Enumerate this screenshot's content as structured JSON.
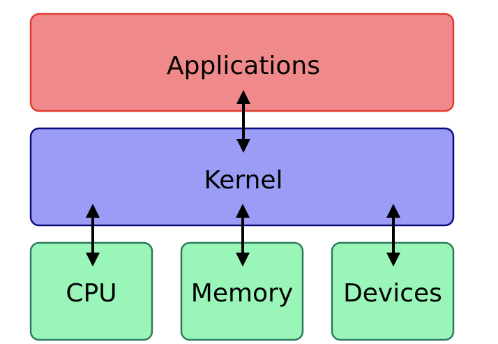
{
  "diagram": {
    "layers": {
      "applications": {
        "label": "Applications",
        "fill": "#f08a8a",
        "stroke": "#e03c31"
      },
      "kernel": {
        "label": "Kernel",
        "fill": "#9a9cf5",
        "stroke": "#0b0b80"
      },
      "cpu": {
        "label": "CPU",
        "fill": "#99f5b8",
        "stroke": "#2e7a5c"
      },
      "memory": {
        "label": "Memory",
        "fill": "#99f5b8",
        "stroke": "#2e7a5c"
      },
      "devices": {
        "label": "Devices",
        "fill": "#99f5b8",
        "stroke": "#2e7a5c"
      }
    },
    "connections": [
      {
        "from": "applications",
        "to": "kernel",
        "direction": "both"
      },
      {
        "from": "kernel",
        "to": "cpu",
        "direction": "both"
      },
      {
        "from": "kernel",
        "to": "memory",
        "direction": "both"
      },
      {
        "from": "kernel",
        "to": "devices",
        "direction": "both"
      }
    ]
  }
}
